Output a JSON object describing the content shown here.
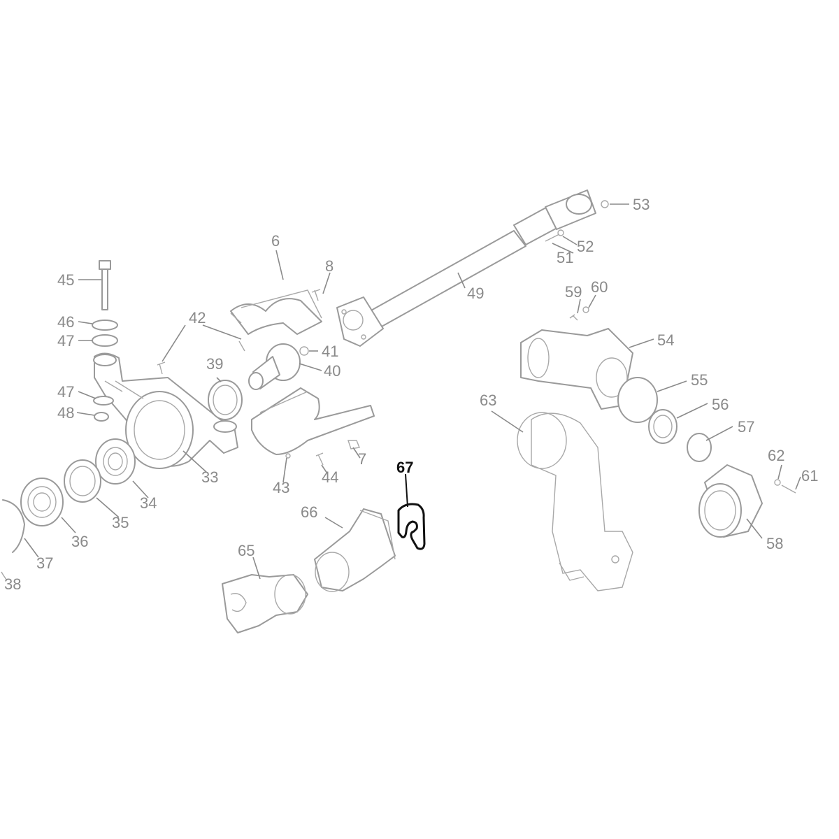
{
  "labels": {
    "p6": "6",
    "p7": "7",
    "p8": "8",
    "p33": "33",
    "p34": "34",
    "p35": "35",
    "p36": "36",
    "p37": "37",
    "p38": "38",
    "p39": "39",
    "p40": "40",
    "p41": "41",
    "p42": "42",
    "p43": "43",
    "p44": "44",
    "p45": "45",
    "p46": "46",
    "p47a": "47",
    "p47b": "47",
    "p48": "48",
    "p49": "49",
    "p51": "51",
    "p52": "52",
    "p53": "53",
    "p54": "54",
    "p55": "55",
    "p56": "56",
    "p57": "57",
    "p58": "58",
    "p59": "59",
    "p60": "60",
    "p61": "61",
    "p62": "62",
    "p63": "63",
    "p65": "65",
    "p66": "66",
    "p67": "67"
  },
  "highlighted_part": "67",
  "colors": {
    "part_stroke": "#9a9a9a",
    "label": "#8a8a8a",
    "highlight": "#111111",
    "background": "#ffffff"
  }
}
